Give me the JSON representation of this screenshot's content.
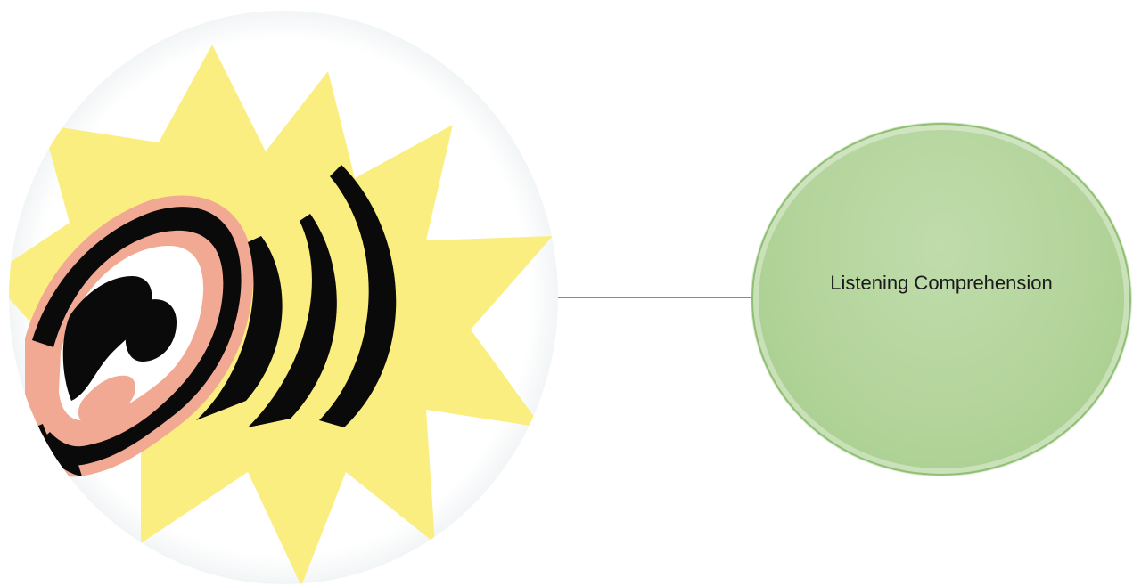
{
  "diagram": {
    "nodes": [
      {
        "id": "image-node",
        "type": "image",
        "icon": "ear-listening-icon"
      },
      {
        "id": "text-node",
        "type": "text",
        "label": "Listening Comprehension"
      }
    ],
    "edges": [
      {
        "from": "image-node",
        "to": "text-node"
      }
    ]
  },
  "colors": {
    "node_fill": "#b3d49b",
    "node_border": "#8fbf73",
    "connector": "#6aa84f",
    "burst_yellow": "#fbee80",
    "ear_skin": "#f2a993"
  }
}
